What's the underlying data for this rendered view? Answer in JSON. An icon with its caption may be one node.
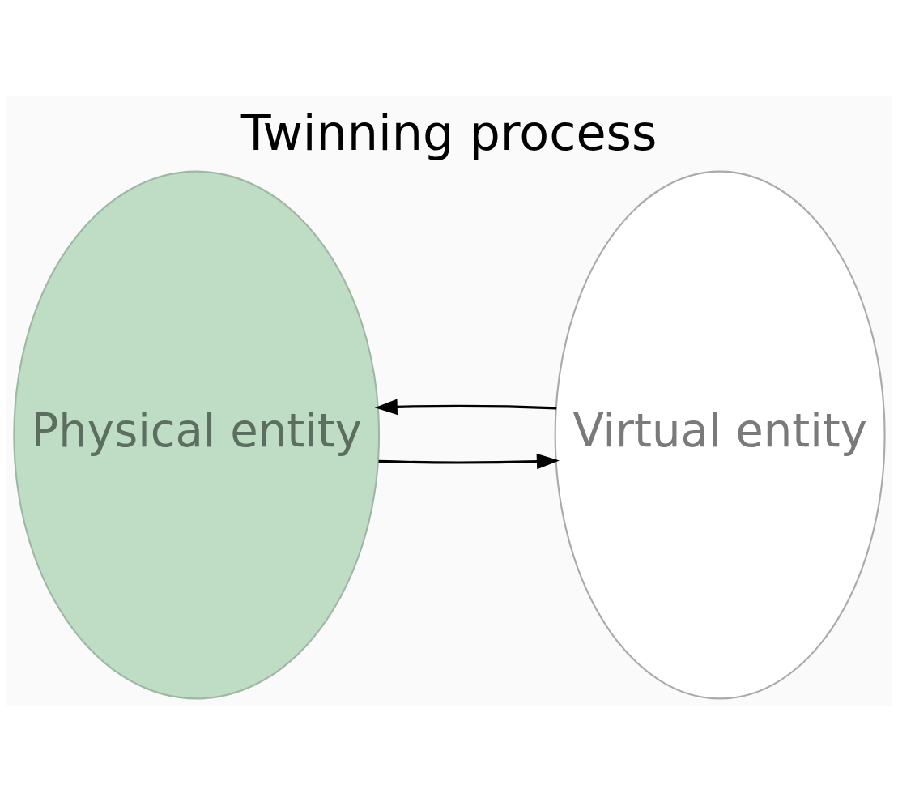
{
  "diagram": {
    "title": "Twinning process",
    "nodes": [
      {
        "text": [
          "Physical entity"
        ]
      },
      {
        "text": [
          "Virtual entity"
        ]
      }
    ],
    "edges": [
      {
        "from": 0,
        "to": 1,
        "arrow": "to"
      },
      {
        "from": 1,
        "to": 0,
        "arrow": "to"
      }
    ]
  }
}
